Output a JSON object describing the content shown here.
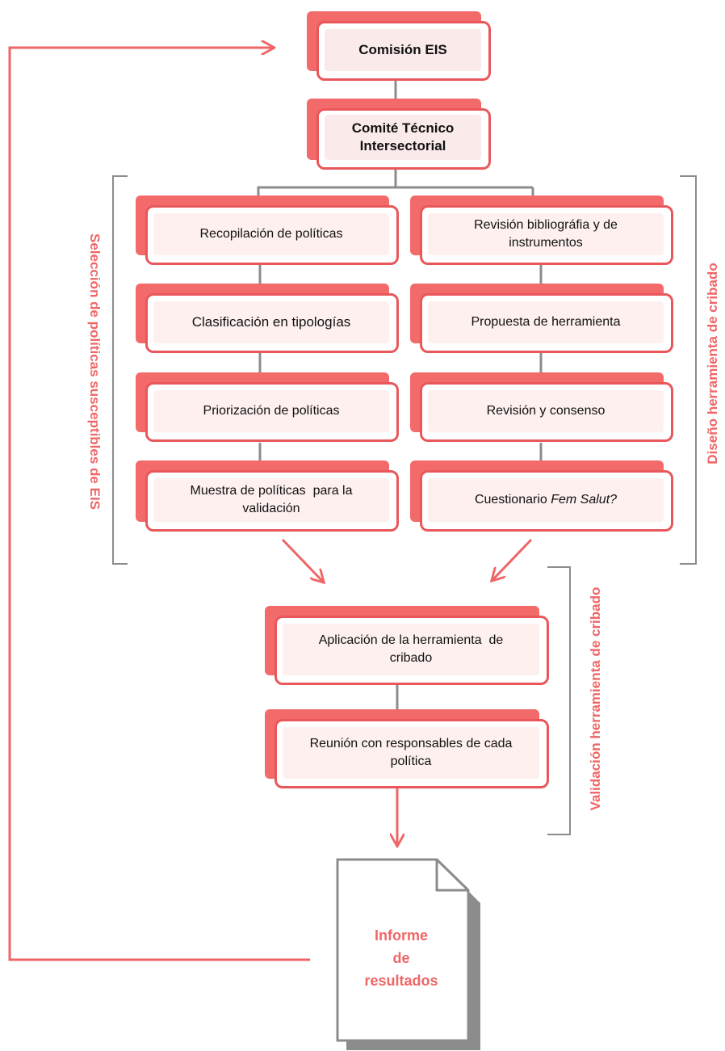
{
  "nodes": {
    "comision": "Comisión EIS",
    "comite_line1": "Comité Técnico",
    "comite_line2": "Intersectorial",
    "recopilacion": "Recopilación de políticas",
    "clasificacion": "Clasificación en tipologías",
    "priorizacion": "Priorización de políticas",
    "muestra_line1": "Muestra de políticas  para la",
    "muestra_line2": "validación",
    "revision_biblio_line1": "Revisión bibliográfia y de",
    "revision_biblio_line2": "instrumentos",
    "propuesta": "Propuesta de herramienta",
    "revision_consenso": "Revisión y consenso",
    "cuestionario_prefix": "Cuestionario ",
    "cuestionario_italic": "Fem Salut?",
    "aplicacion_line1": "Aplicación de la herramienta  de",
    "aplicacion_line2": "cribado",
    "reunion_line1": "Reunión con responsables de cada",
    "reunion_line2": "política"
  },
  "side_labels": {
    "seleccion": "Selección de políticas susceptibles de EIS",
    "diseno": "Diseño herramienta de cribado",
    "validacion": "Validación herramienta de cribado"
  },
  "document": {
    "line1": "Informe",
    "line2": "de",
    "line3": "resultados"
  },
  "colors": {
    "accent": "#ef6667",
    "box_back": "#f26a6a",
    "box_border": "#e9575b",
    "bracket": "#8c8c8c",
    "doc_shadow": "#8c8c8c"
  }
}
